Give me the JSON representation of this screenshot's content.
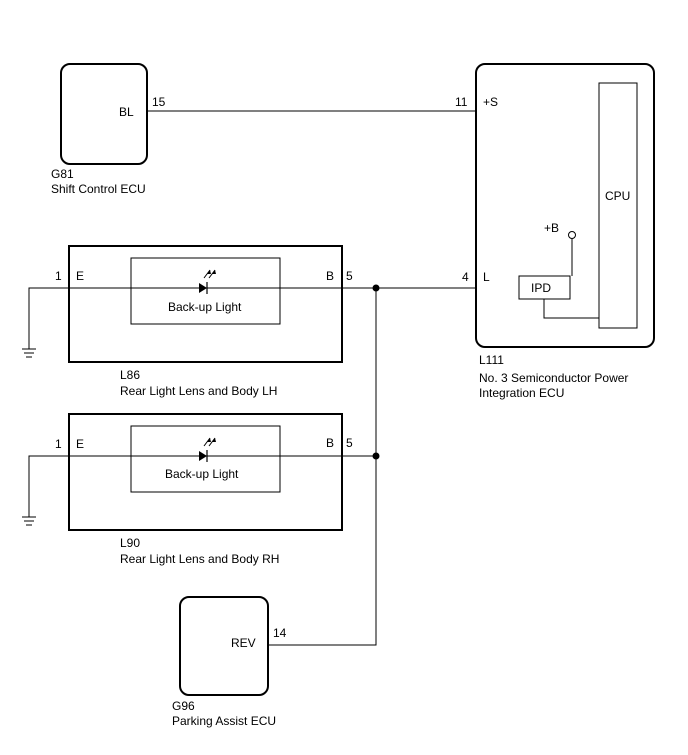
{
  "colors": {
    "line": "#000000",
    "background": "#ffffff"
  },
  "g81": {
    "code": "G81",
    "name": "Shift Control ECU",
    "terminal_label": "BL",
    "pin": "15"
  },
  "l111": {
    "code": "L111",
    "name_line1": "No. 3 Semiconductor Power",
    "name_line2": "Integration ECU",
    "pin_s": "11",
    "label_s": "+S",
    "pin_l": "4",
    "label_l": "L",
    "cpu_label": "CPU",
    "ipd_label": "IPD",
    "plus_b_label": "+B"
  },
  "l86": {
    "code": "L86",
    "name": "Rear Light Lens and Body LH",
    "pin_e": "1",
    "label_e": "E",
    "pin_b": "5",
    "label_b": "B",
    "light_label": "Back-up Light",
    "ground_icon": "ground-icon",
    "led_icon": "led-icon"
  },
  "l90": {
    "code": "L90",
    "name": "Rear Light Lens and Body RH",
    "pin_e": "1",
    "label_e": "E",
    "pin_b": "5",
    "label_b": "B",
    "light_label": "Back-up Light",
    "ground_icon": "ground-icon",
    "led_icon": "led-icon"
  },
  "g96": {
    "code": "G96",
    "name": "Parking Assist ECU",
    "terminal_label": "REV",
    "pin": "14"
  }
}
